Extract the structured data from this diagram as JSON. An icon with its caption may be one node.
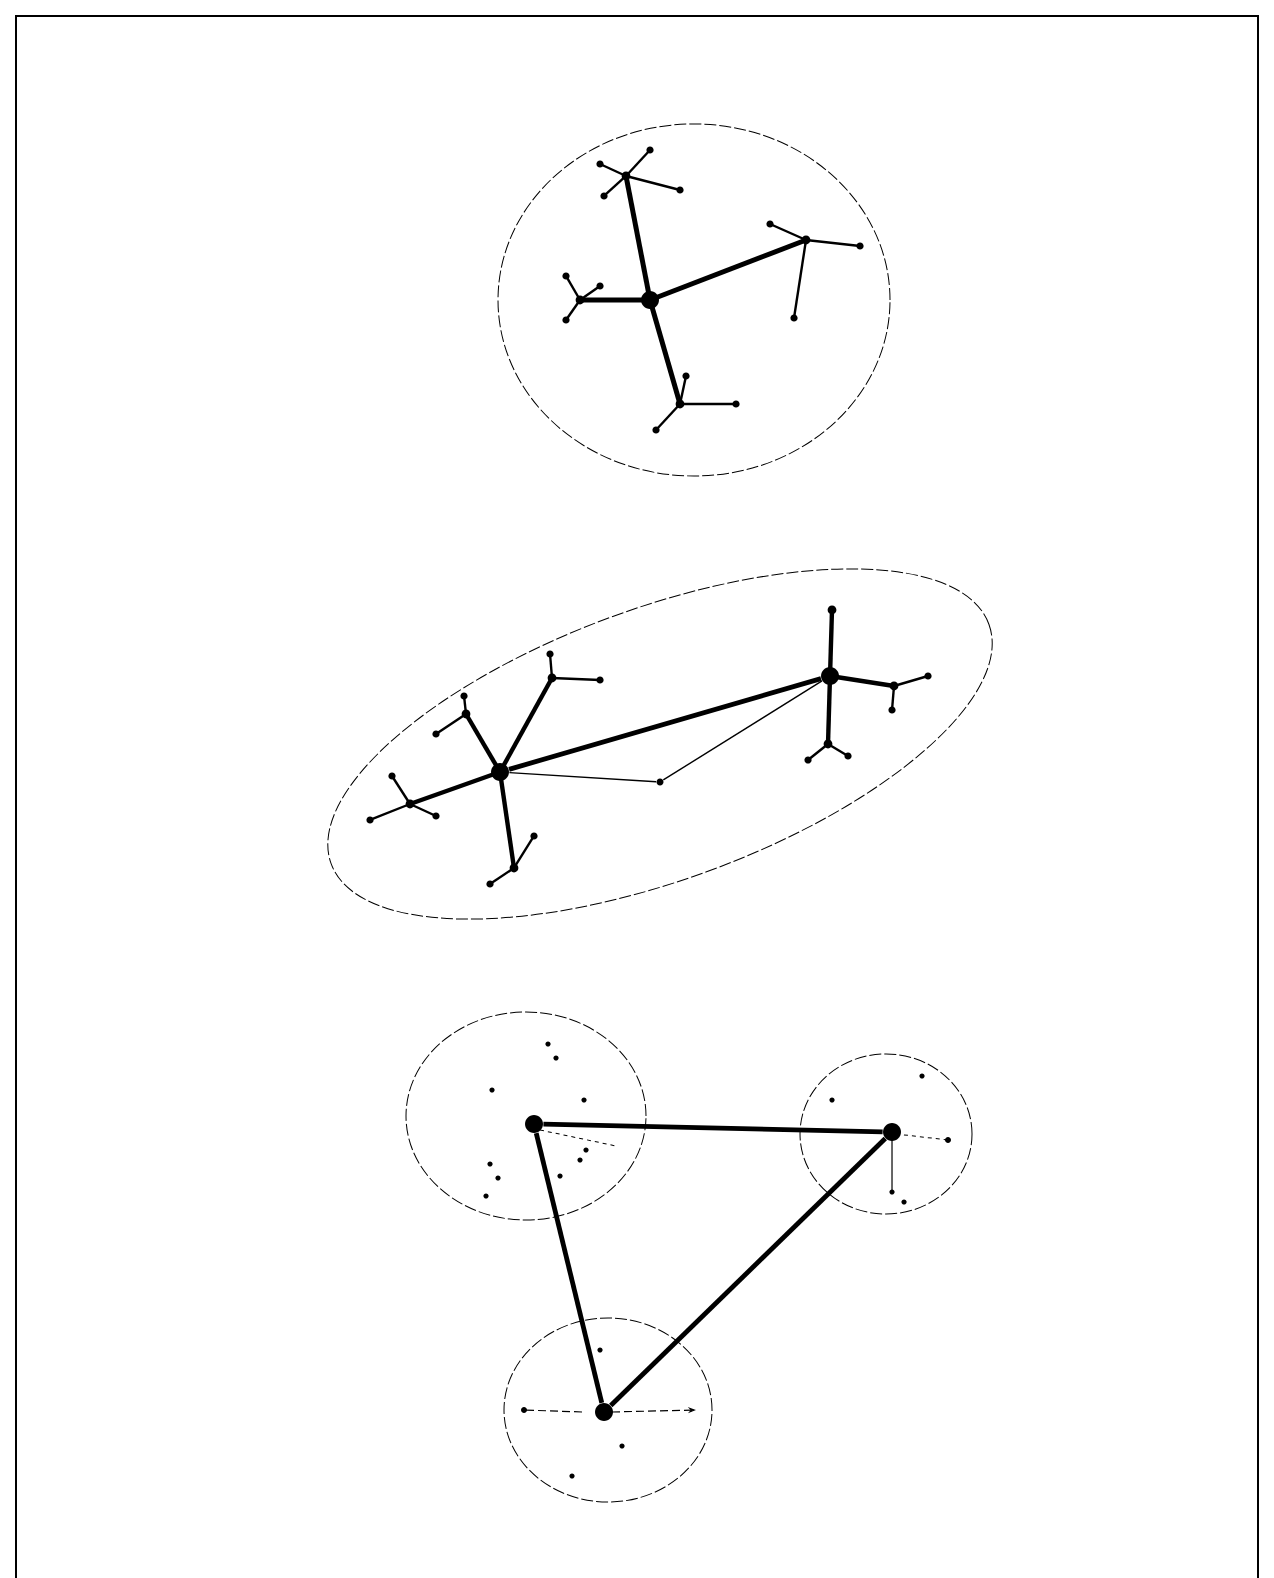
{
  "diagram": {
    "nodes": [
      {
        "text": [],
        "shape": "circle"
      },
      {
        "text": [],
        "shape": "dot",
        "in": 0
      },
      {
        "text": [],
        "shape": "ellipse"
      },
      {
        "text": [],
        "shape": "dot",
        "in": 2
      },
      {
        "text": [],
        "shape": "dot",
        "in": 2
      },
      {
        "text": [],
        "shape": "point",
        "in": 2
      },
      {
        "text": [],
        "shape": "circle"
      },
      {
        "text": [],
        "shape": "dot",
        "in": 6
      },
      {
        "text": [],
        "shape": "circle"
      },
      {
        "text": [],
        "shape": "dot",
        "in": 8
      },
      {
        "text": [],
        "shape": "circle"
      },
      {
        "text": [],
        "shape": "dot",
        "in": 10
      }
    ],
    "edges": [
      {
        "from": 3,
        "to": 4,
        "arrow": "none"
      },
      {
        "from": 3,
        "to": 5,
        "arrow": "none"
      },
      {
        "from": 5,
        "to": 4,
        "arrow": "none"
      },
      {
        "from": 7,
        "to": 9,
        "arrow": "none"
      },
      {
        "from": 7,
        "to": 11,
        "arrow": "none"
      },
      {
        "from": 11,
        "to": 9,
        "arrow": "none"
      }
    ]
  }
}
